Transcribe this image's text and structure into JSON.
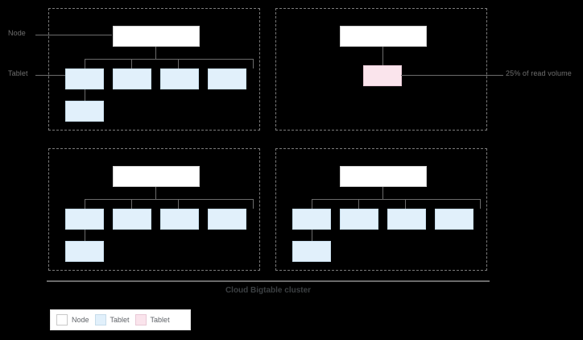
{
  "diagram": {
    "title": "Cloud Bigtable cluster",
    "labels": {
      "node": "Node",
      "tablet": "Tablet",
      "hot_callout": "25% of read volume"
    },
    "colors": {
      "background": "#000000",
      "node_fill": "#ffffff",
      "tablet_fill": "#e1f0fb",
      "hot_tablet_fill": "#fae4ec",
      "connector": "#6b6b6b",
      "frame_dashed": "#7a7a7a",
      "text": "#5f6368"
    },
    "quadrants": [
      {
        "name": "node-group-top-left",
        "node_label": "Node",
        "tablet_count": 5,
        "has_hot_tablet": false
      },
      {
        "name": "node-group-top-right",
        "node_label": "Node",
        "tablet_count": 1,
        "has_hot_tablet": true
      },
      {
        "name": "node-group-bottom-left",
        "node_label": "Node",
        "tablet_count": 5,
        "has_hot_tablet": false
      },
      {
        "name": "node-group-bottom-right",
        "node_label": "Node",
        "tablet_count": 5,
        "has_hot_tablet": false
      }
    ]
  },
  "legend": {
    "items": [
      {
        "label": "Node",
        "color": "#ffffff"
      },
      {
        "label": "Tablet",
        "color": "#e1f0fb"
      },
      {
        "label": "Tablet",
        "color": "#fae4ec"
      }
    ]
  }
}
